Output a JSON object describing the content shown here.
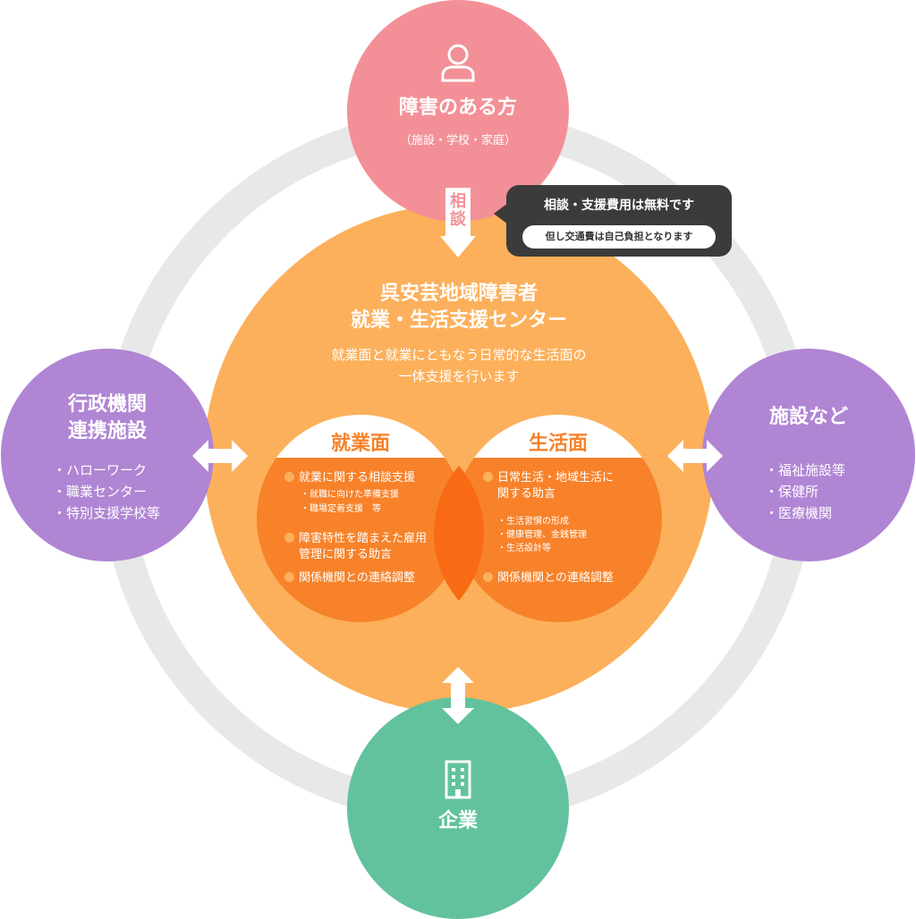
{
  "person": {
    "title": "障害のある方",
    "sub": "（施設・学校・家庭）",
    "icon": "person-icon"
  },
  "consult": {
    "label_1": "相",
    "label_2": "談"
  },
  "tooltip": {
    "main": "相談・支援費用は無料です",
    "sub": "但し交通費は自己負担となります"
  },
  "center": {
    "title_1": "呉安芸地域障害者",
    "title_2": "就業・生活支援センター",
    "desc_1": "就業面と就業にともなう日常的な生活面の",
    "desc_2": "一体支援を行います"
  },
  "work": {
    "caption": "就業面",
    "item1": "就業に関する相談支援",
    "item1_sub1": "・就職に向けた準備支援",
    "item1_sub2": "・職場定着支援　等",
    "item2_1": "障害特性を踏まえた雇用",
    "item2_2": "管理に関する助言",
    "item3": "関係機関との連絡調整"
  },
  "life": {
    "caption": "生活面",
    "item1_1": "日常生活・地域生活に",
    "item1_2": "関する助言",
    "sub1": "・生活習慣の形成",
    "sub2": "・健康管理、金銭管理",
    "sub3": "・生活設計等",
    "item3": "関係機関との連絡調整"
  },
  "left": {
    "title_1": "行政機関",
    "title_2": "連携施設",
    "items": [
      "・ハローワーク",
      "・職業センター",
      "・特別支援学校等"
    ]
  },
  "right": {
    "title": "施設など",
    "items": [
      "・福祉施設等",
      "・保健所",
      "・医療機関"
    ]
  },
  "company": {
    "title": "企業",
    "icon": "building-icon"
  },
  "colors": {
    "person": "#f39097",
    "center": "#fcb05b",
    "partner": "#b085d4",
    "company": "#62c29d",
    "work": "#f7822a"
  }
}
